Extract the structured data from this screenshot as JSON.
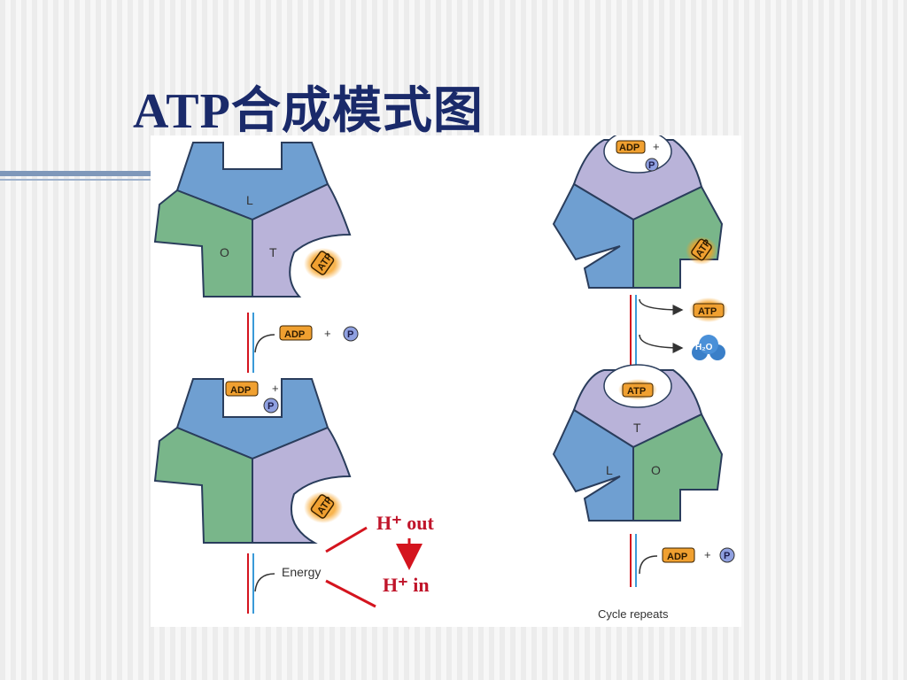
{
  "title": "ATP合成模式图",
  "subunits": {
    "loose": "L",
    "open": "O",
    "tight": "T"
  },
  "molecules": {
    "atp": "ATP",
    "adp": "ADP",
    "phosphate": "P",
    "water": "H₂O",
    "plus": "+"
  },
  "labels": {
    "energy": "Energy",
    "h_out": "H⁺ out",
    "h_in": "H⁺ in",
    "cycle": "Cycle repeats"
  },
  "colors": {
    "loose": "#6f9fd1",
    "open": "#79b68a",
    "tight": "#b9b3d9",
    "atp_glow": "#f6a020",
    "phosphate": "#8fa0e0",
    "proton_red": "#c0142a"
  }
}
